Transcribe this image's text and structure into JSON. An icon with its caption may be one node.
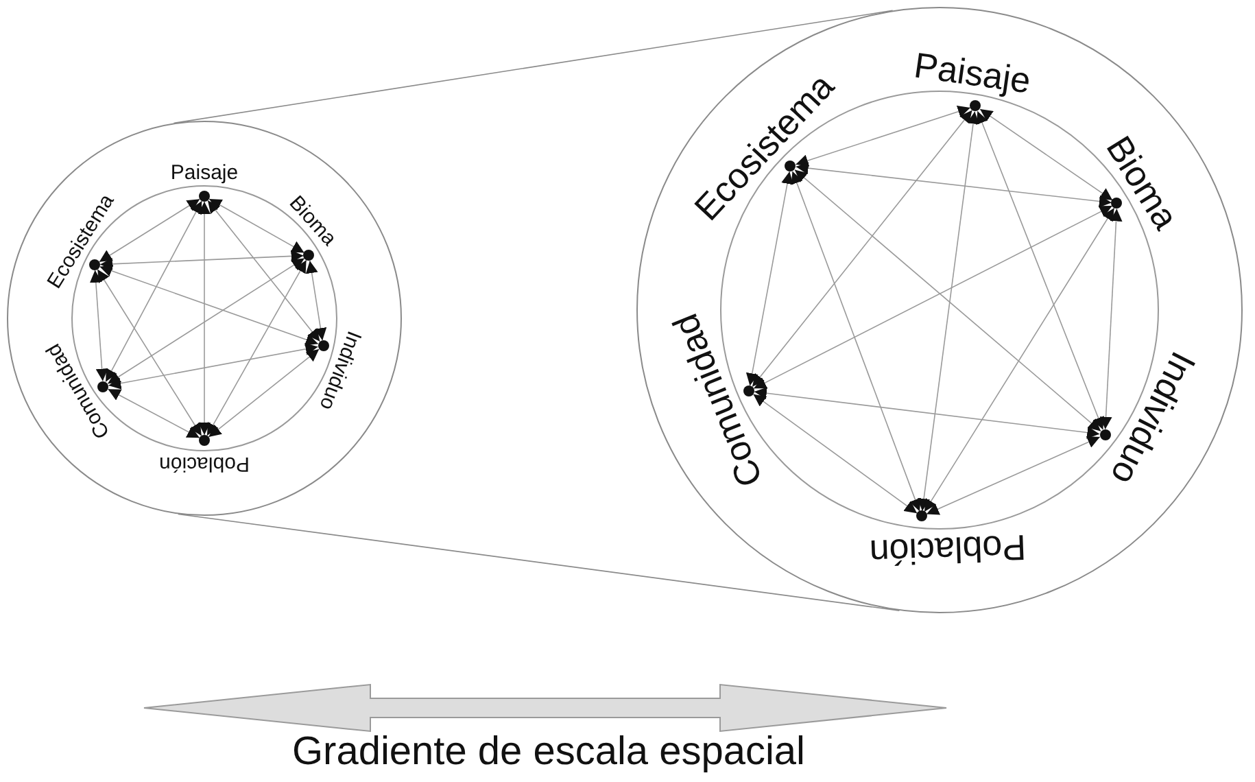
{
  "diagram": {
    "nodes": [
      {
        "text": [],
        "shape": "circle"
      },
      {
        "text": [],
        "shape": "dot",
        "in": 0,
        "beside": [
          "Paisaje"
        ]
      },
      {
        "text": [],
        "shape": "dot",
        "in": 0,
        "beside": [
          "Bioma"
        ]
      },
      {
        "text": [],
        "shape": "dot",
        "in": 0,
        "beside": [
          "Individuo"
        ]
      },
      {
        "text": [],
        "shape": "dot",
        "in": 0,
        "beside": [
          "Población"
        ]
      },
      {
        "text": [],
        "shape": "dot",
        "in": 0,
        "beside": [
          "Comunidad"
        ]
      },
      {
        "text": [],
        "shape": "dot",
        "in": 0,
        "beside": [
          "Ecosistema"
        ]
      },
      {
        "text": [],
        "shape": "circle"
      },
      {
        "text": [],
        "shape": "dot",
        "in": 7,
        "beside": [
          "Paisaje"
        ]
      },
      {
        "text": [],
        "shape": "dot",
        "in": 7,
        "beside": [
          "Bioma"
        ]
      },
      {
        "text": [],
        "shape": "dot",
        "in": 7,
        "beside": [
          "Individuo"
        ]
      },
      {
        "text": [],
        "shape": "dot",
        "in": 7,
        "beside": [
          "Población"
        ]
      },
      {
        "text": [],
        "shape": "dot",
        "in": 7,
        "beside": [
          "Comunidad"
        ]
      },
      {
        "text": [],
        "shape": "dot",
        "in": 7,
        "beside": [
          "Ecosistema"
        ]
      }
    ],
    "edges": [
      {
        "from": 1,
        "to": 2,
        "arrow": "both"
      },
      {
        "from": 1,
        "to": 3,
        "arrow": "both"
      },
      {
        "from": 1,
        "to": 4,
        "arrow": "both"
      },
      {
        "from": 1,
        "to": 5,
        "arrow": "both"
      },
      {
        "from": 1,
        "to": 6,
        "arrow": "both"
      },
      {
        "from": 2,
        "to": 3,
        "arrow": "both"
      },
      {
        "from": 2,
        "to": 4,
        "arrow": "both"
      },
      {
        "from": 2,
        "to": 5,
        "arrow": "both"
      },
      {
        "from": 2,
        "to": 6,
        "arrow": "both"
      },
      {
        "from": 3,
        "to": 4,
        "arrow": "both"
      },
      {
        "from": 3,
        "to": 5,
        "arrow": "both"
      },
      {
        "from": 3,
        "to": 6,
        "arrow": "both"
      },
      {
        "from": 4,
        "to": 5,
        "arrow": "both"
      },
      {
        "from": 4,
        "to": 6,
        "arrow": "both"
      },
      {
        "from": 5,
        "to": 6,
        "arrow": "both"
      },
      {
        "from": 8,
        "to": 9,
        "arrow": "both"
      },
      {
        "from": 8,
        "to": 10,
        "arrow": "both"
      },
      {
        "from": 8,
        "to": 11,
        "arrow": "both"
      },
      {
        "from": 8,
        "to": 12,
        "arrow": "both"
      },
      {
        "from": 8,
        "to": 13,
        "arrow": "both"
      },
      {
        "from": 9,
        "to": 10,
        "arrow": "both"
      },
      {
        "from": 9,
        "to": 11,
        "arrow": "both"
      },
      {
        "from": 9,
        "to": 12,
        "arrow": "both"
      },
      {
        "from": 9,
        "to": 13,
        "arrow": "both"
      },
      {
        "from": 10,
        "to": 11,
        "arrow": "both"
      },
      {
        "from": 10,
        "to": 12,
        "arrow": "both"
      },
      {
        "from": 10,
        "to": 13,
        "arrow": "both"
      },
      {
        "from": 11,
        "to": 12,
        "arrow": "both"
      },
      {
        "from": 11,
        "to": 13,
        "arrow": "both"
      },
      {
        "from": 12,
        "to": 13,
        "arrow": "both"
      },
      {
        "from": 0,
        "to": 7,
        "arrow": "none"
      },
      {
        "from": 0,
        "to": 7,
        "arrow": "none"
      }
    ],
    "labels": [
      "Gradiente de escala espacial"
    ]
  }
}
